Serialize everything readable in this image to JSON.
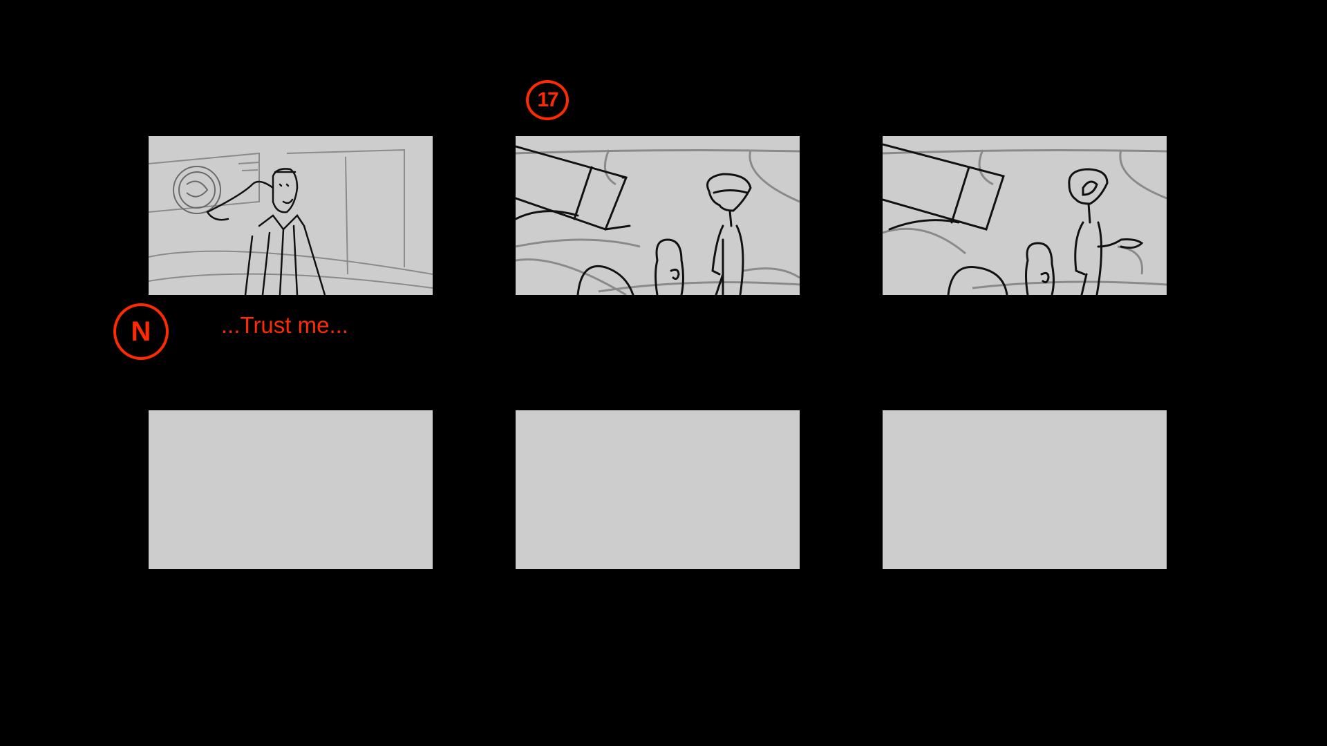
{
  "board": {
    "background": "#000000",
    "panel_color": "#cdcdcd",
    "annotation_color": "#ff2a00",
    "scene_number": "17",
    "narration_marker": "N",
    "dialogue": "...Trust me...",
    "panels": [
      {
        "content": "sketch",
        "subject": "man saluting beside round porthole"
      },
      {
        "content": "sketch",
        "subject": "large cannon barrel with bald figure and alien"
      },
      {
        "content": "sketch",
        "subject": "cannon barrel with bald figure and gesturing alien"
      },
      {
        "content": "blank"
      },
      {
        "content": "blank"
      },
      {
        "content": "blank"
      }
    ]
  }
}
